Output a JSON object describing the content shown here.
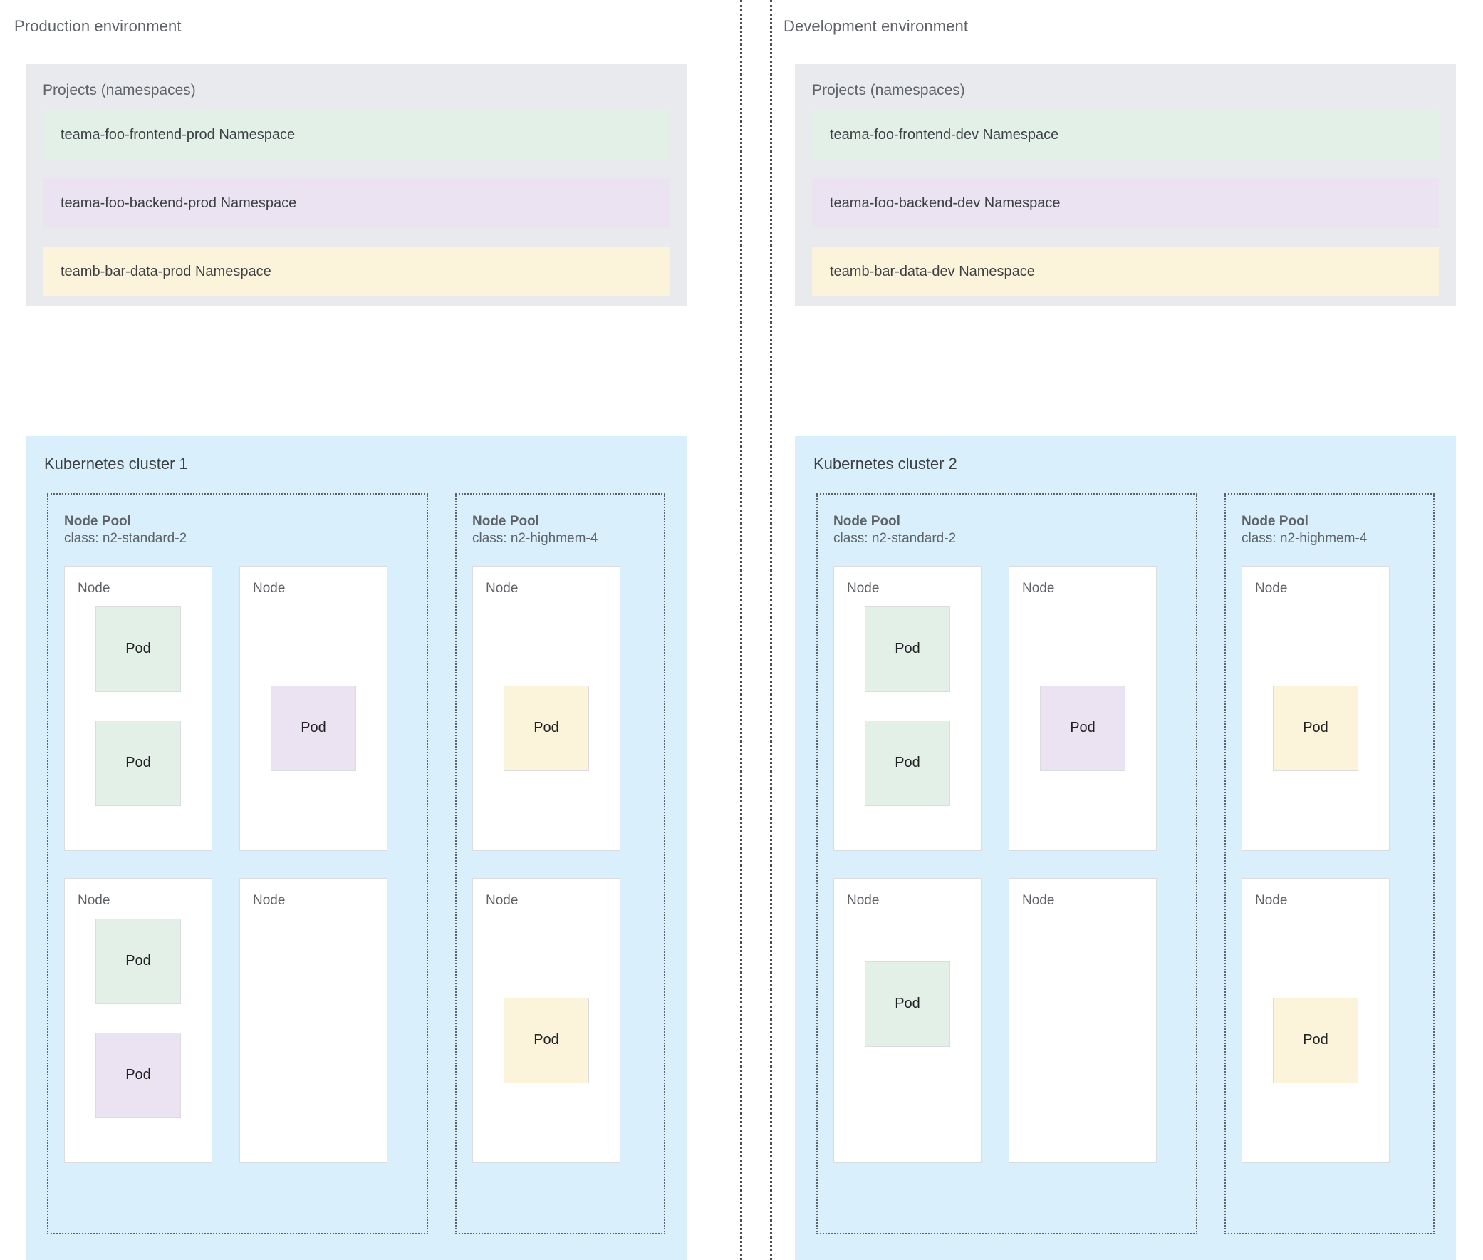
{
  "colors": {
    "panel_grey": "#e8eaed",
    "cluster_blue": "#d9f0fc",
    "pod_green": "#e3f0e8",
    "pod_purple": "#ece3f2",
    "pod_yellow": "#fbf3da",
    "node_border": "#dadce0",
    "text_grey": "#5f6368",
    "text_dark": "#3c4043",
    "divider": "#4d4d4d"
  },
  "labels": {
    "projects_title": "Projects (namespaces)",
    "node": "Node",
    "pod": "Pod",
    "node_pool": "Node Pool"
  },
  "environments": [
    {
      "title": "Production environment",
      "projects": {
        "title": "Projects (namespaces)",
        "namespaces": [
          {
            "name": "teama-foo-frontend-prod Namespace",
            "color": "green"
          },
          {
            "name": "teama-foo-backend-prod Namespace",
            "color": "purple"
          },
          {
            "name": "teamb-bar-data-prod Namespace",
            "color": "yellow"
          }
        ]
      },
      "cluster": {
        "title": "Kubernetes cluster 1",
        "node_pools": [
          {
            "name": "Node Pool",
            "class": "class: n2-standard-2",
            "nodes": [
              {
                "label": "Node",
                "pods": [
                  {
                    "label": "Pod",
                    "color": "green"
                  },
                  {
                    "label": "Pod",
                    "color": "green"
                  }
                ]
              },
              {
                "label": "Node",
                "pods": [
                  {
                    "label": "Pod",
                    "color": "purple"
                  }
                ]
              },
              {
                "label": "Node",
                "pods": [
                  {
                    "label": "Pod",
                    "color": "green"
                  },
                  {
                    "label": "Pod",
                    "color": "purple"
                  }
                ]
              },
              {
                "label": "Node",
                "pods": []
              }
            ]
          },
          {
            "name": "Node Pool",
            "class": "class: n2-highmem-4",
            "nodes": [
              {
                "label": "Node",
                "pods": [
                  {
                    "label": "Pod",
                    "color": "yellow"
                  }
                ]
              },
              {
                "label": "Node",
                "pods": [
                  {
                    "label": "Pod",
                    "color": "yellow"
                  }
                ]
              }
            ]
          }
        ]
      }
    },
    {
      "title": "Development environment",
      "projects": {
        "title": "Projects (namespaces)",
        "namespaces": [
          {
            "name": "teama-foo-frontend-dev Namespace",
            "color": "green"
          },
          {
            "name": "teama-foo-backend-dev Namespace",
            "color": "purple"
          },
          {
            "name": "teamb-bar-data-dev Namespace",
            "color": "yellow"
          }
        ]
      },
      "cluster": {
        "title": "Kubernetes cluster 2",
        "node_pools": [
          {
            "name": "Node Pool",
            "class": "class: n2-standard-2",
            "nodes": [
              {
                "label": "Node",
                "pods": [
                  {
                    "label": "Pod",
                    "color": "green"
                  },
                  {
                    "label": "Pod",
                    "color": "green"
                  }
                ]
              },
              {
                "label": "Node",
                "pods": [
                  {
                    "label": "Pod",
                    "color": "purple"
                  }
                ]
              },
              {
                "label": "Node",
                "pods": [
                  {
                    "label": "Pod",
                    "color": "green"
                  }
                ]
              },
              {
                "label": "Node",
                "pods": []
              }
            ]
          },
          {
            "name": "Node Pool",
            "class": "class: n2-highmem-4",
            "nodes": [
              {
                "label": "Node",
                "pods": [
                  {
                    "label": "Pod",
                    "color": "yellow"
                  }
                ]
              },
              {
                "label": "Node",
                "pods": [
                  {
                    "label": "Pod",
                    "color": "yellow"
                  }
                ]
              }
            ]
          }
        ]
      }
    }
  ]
}
